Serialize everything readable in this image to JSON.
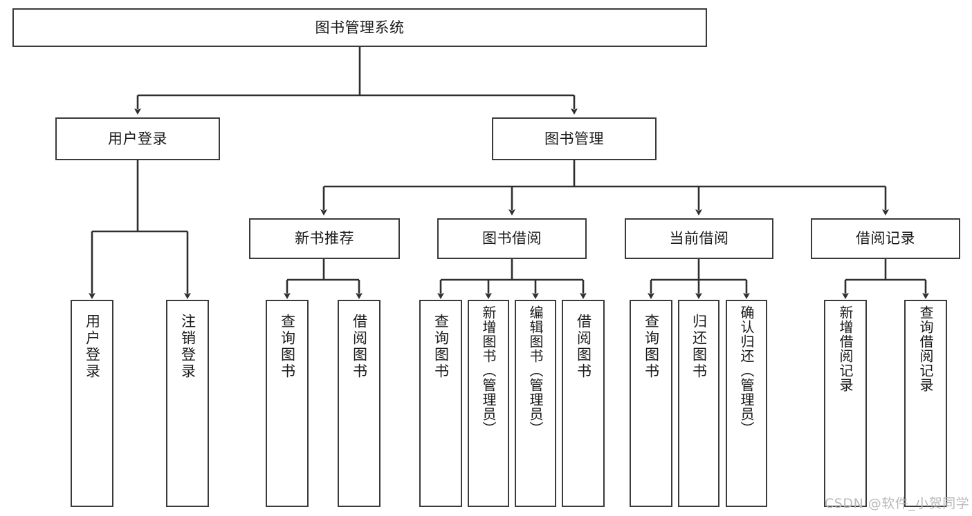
{
  "diagram": {
    "title": "图书管理系统",
    "type": "tree",
    "orientation": "top-down",
    "colors": {
      "background": "#ffffff",
      "node_border": "#3a3a3a",
      "node_fill": "#ffffff",
      "edge": "#2e2e2e",
      "text": "#1a1a1a",
      "watermark": "#b9b9b9"
    }
  },
  "nodes": {
    "root": {
      "label": "图书管理系统"
    },
    "level2": [
      {
        "id": "user-login",
        "label": "用户登录"
      },
      {
        "id": "book-management",
        "label": "图书管理"
      }
    ],
    "level3": [
      {
        "id": "new-book-recommend",
        "label": "新书推荐"
      },
      {
        "id": "book-borrow",
        "label": "图书借阅"
      },
      {
        "id": "current-borrow",
        "label": "当前借阅"
      },
      {
        "id": "borrow-record",
        "label": "借阅记录"
      }
    ],
    "leaves": {
      "user-login": [
        {
          "id": "leaf-user-login",
          "label": "用户登录"
        },
        {
          "id": "leaf-user-logout",
          "label": "注销登录"
        }
      ],
      "new-book-recommend": [
        {
          "id": "leaf-query-book-1",
          "label": "查询图书"
        },
        {
          "id": "leaf-borrow-book-1",
          "label": "借阅图书"
        }
      ],
      "book-borrow": [
        {
          "id": "leaf-query-book-2",
          "label": "查询图书"
        },
        {
          "id": "leaf-add-book",
          "label": "新增图书（管理员）"
        },
        {
          "id": "leaf-edit-book",
          "label": "编辑图书（管理员）"
        },
        {
          "id": "leaf-borrow-book-2",
          "label": "借阅图书"
        }
      ],
      "current-borrow": [
        {
          "id": "leaf-query-book-3",
          "label": "查询图书"
        },
        {
          "id": "leaf-return-book",
          "label": "归还图书"
        },
        {
          "id": "leaf-confirm-return",
          "label": "确认归还（管理员）"
        }
      ],
      "borrow-record": [
        {
          "id": "leaf-add-record",
          "label": "新增借阅记录"
        },
        {
          "id": "leaf-query-record",
          "label": "查询借阅记录"
        }
      ]
    }
  },
  "watermark": {
    "text": "CSDN @软件_小贺同学"
  }
}
